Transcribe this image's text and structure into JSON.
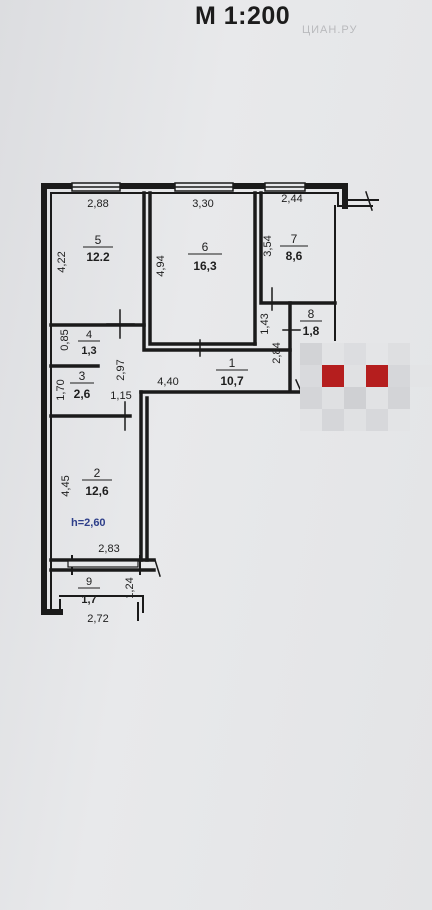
{
  "header": {
    "scale": "М 1:200",
    "watermark": "ЦИАН.РУ"
  },
  "rooms": [
    {
      "number": "1",
      "area": "10,7"
    },
    {
      "number": "2",
      "area": "12,6"
    },
    {
      "number": "3",
      "area": "2,6"
    },
    {
      "number": "4",
      "area": "1,3"
    },
    {
      "number": "5",
      "area": "12.2"
    },
    {
      "number": "6",
      "area": "16,3"
    },
    {
      "number": "7",
      "area": "8,6"
    },
    {
      "number": "8",
      "area": "1,8"
    },
    {
      "number": "9",
      "area": "1,7"
    }
  ],
  "dimensions": {
    "r5_width": "2,88",
    "r6_width": "3,30",
    "r7_width": "2,44",
    "r5_height": "4,22",
    "r6_height": "4,94",
    "r7_height": "3,54",
    "r8_height": "1,43",
    "r8_side": "2,84",
    "r4_height": "0,85",
    "r3_height": "1,70",
    "r34_side": "2,97",
    "r3_width": "1,15",
    "corridor_length": "4,40",
    "r2_height": "4,45",
    "r2_width": "2,83",
    "r9_height": "1,24",
    "r9_width": "2,72"
  },
  "ceiling_height": "h=2,60",
  "colors": {
    "wall": "#1a1a1a",
    "text": "#1e1e1e",
    "ceiling_label": "#2e3f8a",
    "pixel_red": "#b51e1e"
  }
}
